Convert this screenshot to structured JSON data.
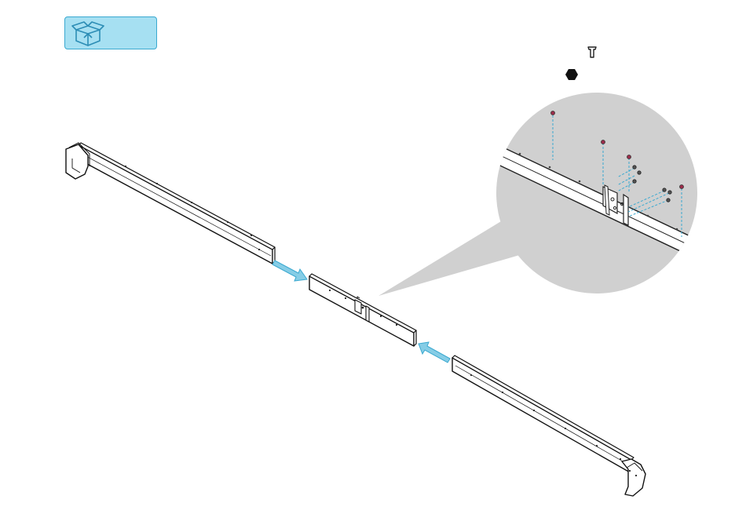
{
  "header": {
    "box_icon": "open-box-icon",
    "box_badge_color": "#a6e0f2",
    "box_badge_border": "#3aa9d0"
  },
  "hardware": [
    {
      "icon": "bolt-icon",
      "fill": "#222222"
    },
    {
      "icon": "hex-nut-icon",
      "fill": "#111111"
    }
  ],
  "diagram": {
    "parts": [
      "left-side-rail",
      "center-connector-bracket",
      "right-side-rail"
    ],
    "arrow_color": "#86cde6",
    "detail_bg": "#d0d0d0",
    "bolt_head_color": "#9b2c4a",
    "guide_line_color": "#3aa9d0"
  }
}
